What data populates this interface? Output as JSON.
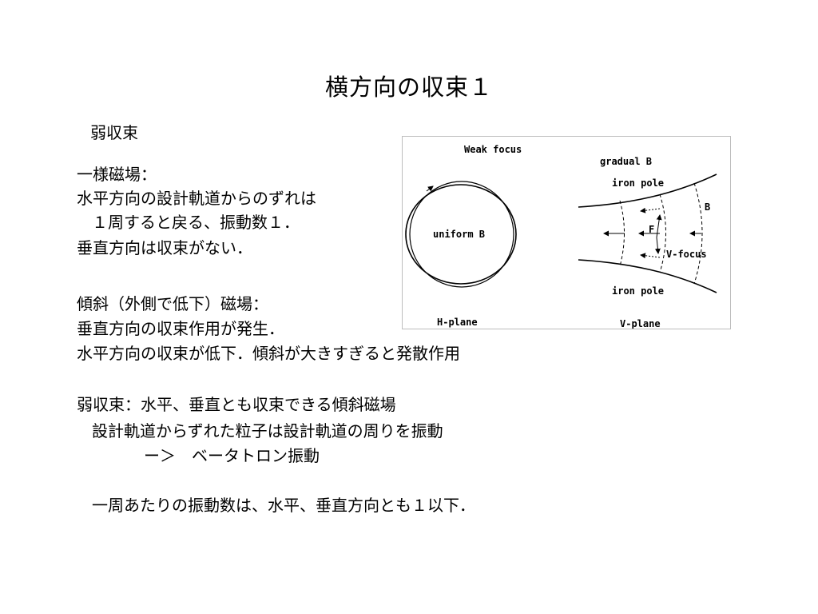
{
  "slide": {
    "title": "横方向の収束１",
    "lines": [
      "弱収束",
      "一様磁場：",
      "水平方向の設計軌道からのずれは",
      "１周すると戻る、振動数１．",
      "垂直方向は収束がない．",
      "傾斜（外側で低下）磁場：",
      "垂直方向の収束作用が発生．",
      "水平方向の収束が低下．傾斜が大きすぎると発散作用",
      "弱収束：水平、垂直とも収束できる傾斜磁場",
      "設計軌道からずれた粒子は設計軌道の周りを振動",
      "ー＞　ベータトロン振動",
      "一周あたりの振動数は、水平、垂直方向とも１以下．"
    ]
  },
  "figure": {
    "weak_focus": "Weak focus",
    "uniform_b": "uniform B",
    "h_plane": "H-plane",
    "gradual_b": "gradual B",
    "iron_pole_top": "iron pole",
    "iron_pole_bottom": "iron pole",
    "b_label": "B",
    "f_label": "F",
    "v_focus": "V-focus",
    "v_plane": "V-plane"
  }
}
